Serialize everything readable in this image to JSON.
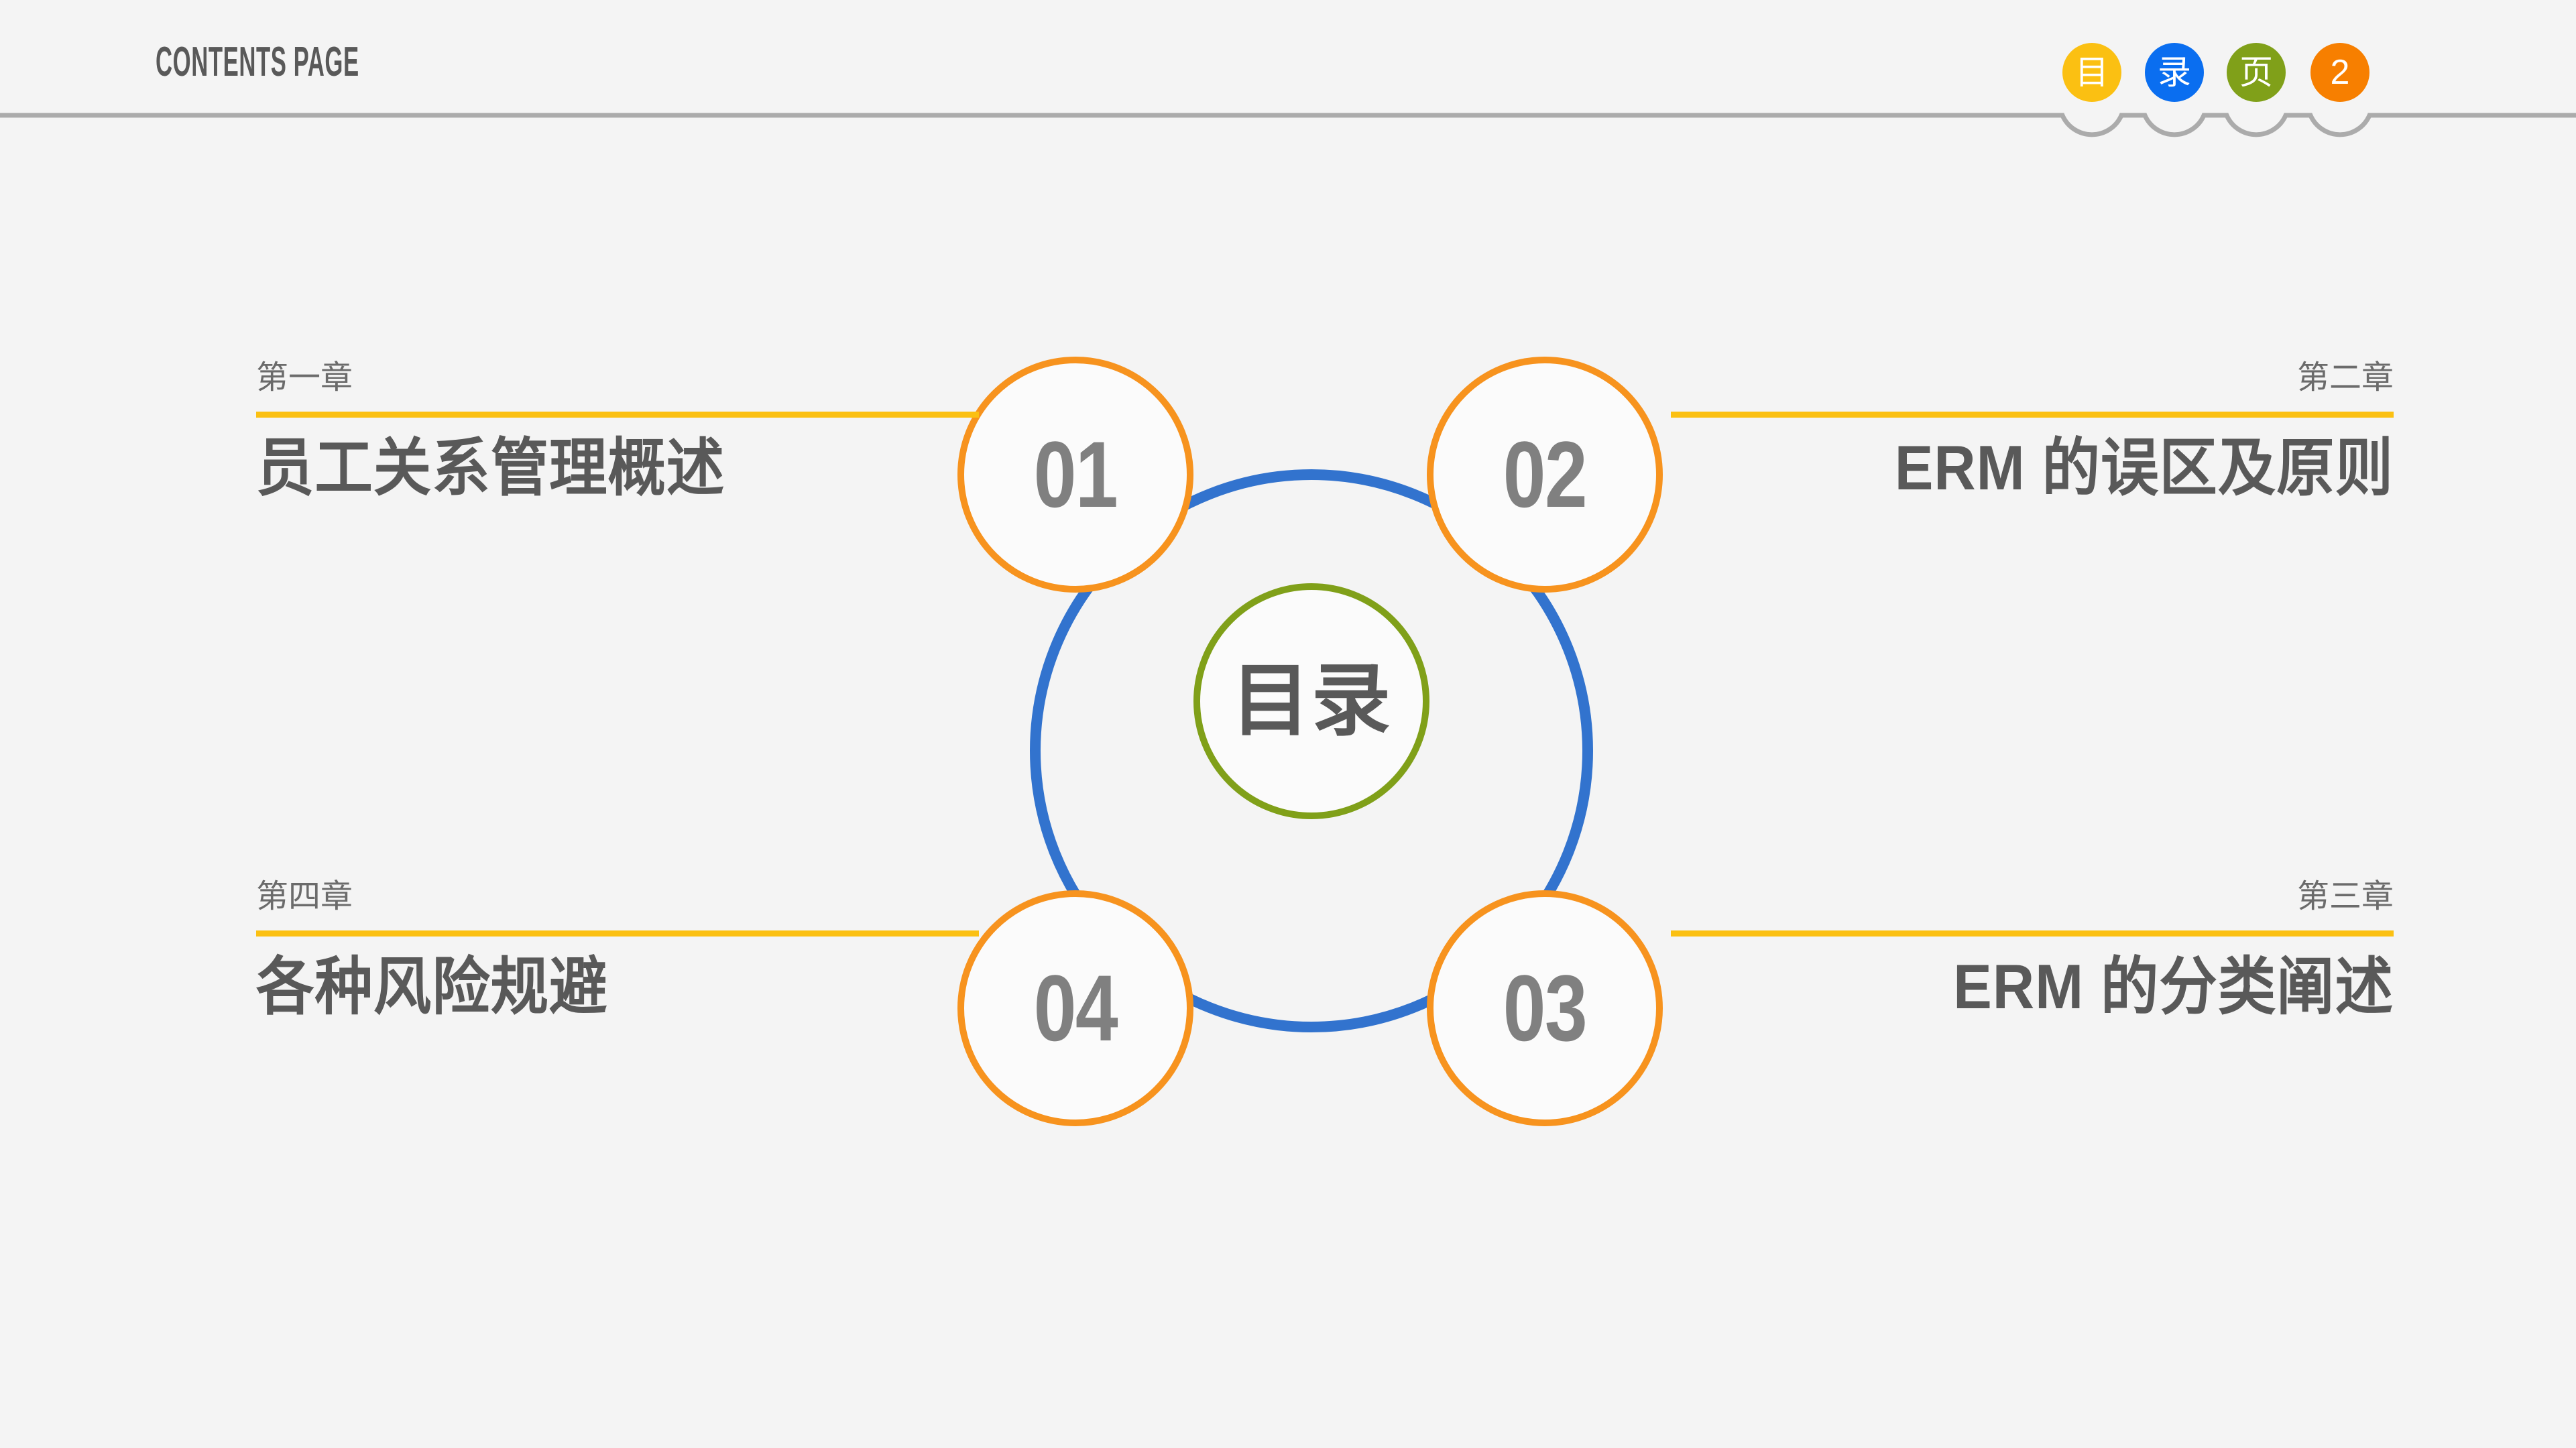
{
  "background_color": "#f4f4f4",
  "header": {
    "title": "CONTENTS PAGE",
    "rule_color": "#ababab",
    "badges": [
      {
        "name": "badge-mu",
        "label": "目",
        "color": "#fbc012"
      },
      {
        "name": "badge-lu",
        "label": "录",
        "color": "#0a6ef0"
      },
      {
        "name": "badge-ye",
        "label": "页",
        "color": "#80a019"
      },
      {
        "name": "badge-page",
        "label": "2",
        "color": "#f77f00"
      }
    ]
  },
  "diagram": {
    "ring_color": "#3273ce",
    "node_ring_color": "#f7931e",
    "center_ring_color": "#80a019",
    "center_label": "目录",
    "nodes": [
      {
        "name": "node-01",
        "label": "01"
      },
      {
        "name": "node-02",
        "label": "02"
      },
      {
        "name": "node-03",
        "label": "03"
      },
      {
        "name": "node-04",
        "label": "04"
      }
    ]
  },
  "accent_rule_color": "#fbc012",
  "chapters": [
    {
      "chapter": "第一章",
      "title": "员工关系管理概述"
    },
    {
      "chapter": "第二章",
      "title": "ERM 的误区及原则"
    },
    {
      "chapter": "第三章",
      "title": "ERM 的分类阐述"
    },
    {
      "chapter": "第四章",
      "title": "各种风险规避"
    }
  ]
}
